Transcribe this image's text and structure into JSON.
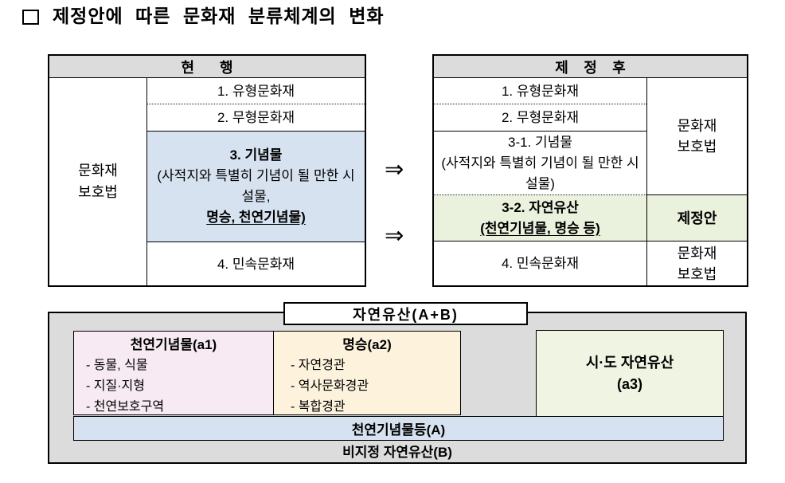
{
  "title": {
    "bullet_icon": "empty-square-icon",
    "text": "제정안에 따른 문화재 분류체계의 변화"
  },
  "arrow_icon": "⇒",
  "current_table": {
    "header": "현 행",
    "law_line1": "문화재",
    "law_line2": "보호법",
    "row1": "1. 유형문화재",
    "row2": "2. 무형문화재",
    "row3_title": "3. 기념물",
    "row3_desc": "(사적지와 특별히 기념이 될 만한 시설물,",
    "row3_highlight": "명승, 천연기념물)",
    "row4": "4. 민속문화재"
  },
  "revised_table": {
    "header": "제 정 후",
    "row1": "1. 유형문화재",
    "row2": "2. 무형문화재",
    "row31_title": "3-1. 기념물",
    "row31_desc": "(사적지와 특별히 기념이 될 만한 시설물)",
    "row32_title": "3-2. 자연유산",
    "row32_highlight": "(천연기념물, 명승 등)",
    "row4": "4. 민속문화재",
    "law_top_line1": "문화재",
    "law_top_line2": "보호법",
    "enactment_label": "제정안",
    "law_bottom_line1": "문화재",
    "law_bottom_line2": "보호법"
  },
  "natural_heritage": {
    "title": "자연유산(A+B)",
    "a1": {
      "header": "천연기념물(a1)",
      "items": [
        "- 동물, 식물",
        "- 지질·지형",
        "- 천연보호구역"
      ]
    },
    "a2": {
      "header": "명승(a2)",
      "items": [
        "- 자연경관",
        "- 역사문화경관",
        "- 복합경관"
      ]
    },
    "a3": {
      "line1": "시·도 자연유산",
      "line2": "(a3)"
    },
    "strip_a": "천연기념물등(A)",
    "strip_b": "비지정 자연유산(B)"
  },
  "colors": {
    "highlight_blue": "#d6e2f0",
    "highlight_green": "#eaf1dd",
    "panel_gray": "#dcdcdc",
    "header_gray": "#dcdcdc",
    "box_pink": "#f7eaf3",
    "box_cream": "#fdf2dc",
    "box_ivory": "#f0f4e2",
    "border": "#000000"
  }
}
